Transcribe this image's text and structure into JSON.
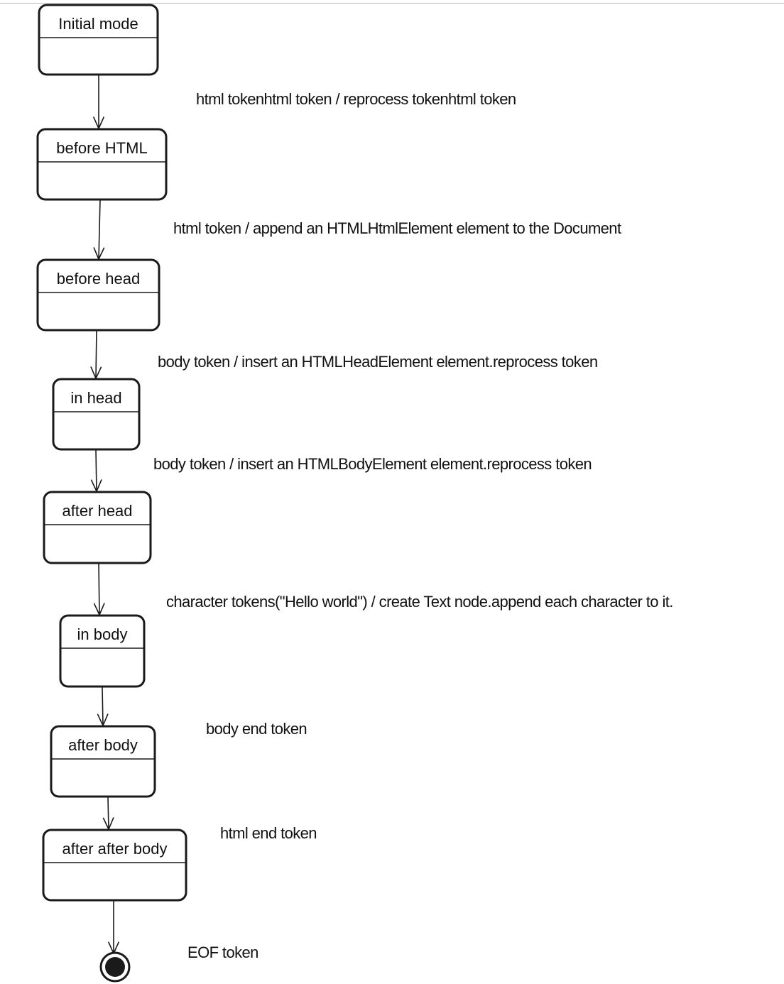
{
  "diagram": {
    "states": [
      {
        "name": "Initial mode"
      },
      {
        "name": "before HTML"
      },
      {
        "name": "before head"
      },
      {
        "name": "in head"
      },
      {
        "name": "after head"
      },
      {
        "name": "in body"
      },
      {
        "name": "after body"
      },
      {
        "name": "after after body"
      }
    ],
    "transitions": [
      {
        "label": "html tokenhtml token / reprocess tokenhtml token"
      },
      {
        "label": "html token / append an HTMLHtmlElement element to the Document"
      },
      {
        "label": "body token / insert an HTMLHeadElement element.reprocess token"
      },
      {
        "label": "body token / insert an HTMLBodyElement element.reprocess token"
      },
      {
        "label": "character tokens(\"Hello world\") / create Text node.append each character to it."
      },
      {
        "label": "body end token"
      },
      {
        "label": "html end token"
      },
      {
        "label": "EOF token"
      }
    ],
    "colors": {
      "stroke": "#1a1a1a",
      "text": "#111111",
      "background": "#ffffff",
      "top_rule": "#b9b9b9"
    }
  }
}
